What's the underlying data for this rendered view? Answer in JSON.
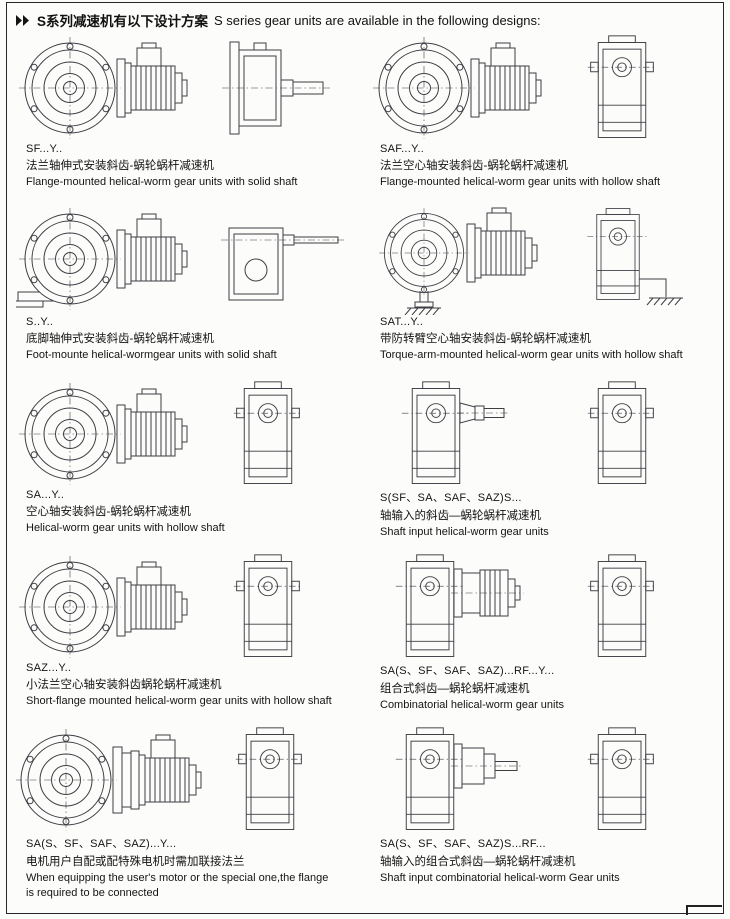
{
  "page": {
    "header": {
      "cn": "S系列减速机有以下设计方案",
      "en": "S series gear units are available in the following designs:"
    },
    "sections": [
      {
        "code": "SF...Y..",
        "cn": "法兰轴伸式安装斜齿-蜗轮蜗杆减速机",
        "en": "Flange-mounted helical-worm gear units with solid shaft",
        "views": [
          "front-view-with-motor",
          "side-view-solid-shaft"
        ]
      },
      {
        "code": "SAF...Y..",
        "cn": "法兰空心轴安装斜齿-蜗轮蜗杆减速机",
        "en": "Flange-mounted helical-worm gear units with hollow shaft",
        "views": [
          "front-view-with-motor",
          "side-view-hollow-shaft"
        ]
      },
      {
        "code": "S..Y..",
        "cn": "底脚轴伸式安装斜齿-蜗轮蜗杆减速机",
        "en": "Foot-mounte helical-wormgear units with solid shaft",
        "views": [
          "front-view-with-motor-foot-mounted",
          "side-view-worm-shaft"
        ]
      },
      {
        "code": "SAT...Y..",
        "cn": "带防转臂空心轴安装斜齿-蜗轮蜗杆减速机",
        "en": "Torque-arm-mounted helical-worm gear units with hollow shaft",
        "views": [
          "front-view-with-torque-arm",
          "side-view-with-ground-support"
        ]
      },
      {
        "code": "SA...Y..",
        "cn": "空心轴安装斜齿-蜗轮蜗杆减速机",
        "en": "Helical-worm gear units with hollow shaft",
        "views": [
          "front-view-with-motor",
          "side-view-hollow-shaft"
        ]
      },
      {
        "code": "S(SF、SA、SAF、SAZ)S...",
        "cn": "轴输入的斜齿—蜗轮蜗杆减速机",
        "en": "Shaft input helical-worm gear units",
        "views": [
          "side-view-with-input-shaft",
          "side-view-hollow-shaft"
        ]
      },
      {
        "code": "SAZ...Y..",
        "cn": "小法兰空心轴安装斜齿蜗轮蜗杆减速机",
        "en": "Short-flange mounted helical-worm gear units with hollow shaft",
        "views": [
          "front-view-with-motor",
          "side-view-hollow-shaft"
        ]
      },
      {
        "code": "SA(S、SF、SAF、SAZ)...RF...Y...",
        "cn": "组合式斜齿—蜗轮蜗杆减速机",
        "en": "Combinatorial helical-worm gear units",
        "views": [
          "side-view-with-coaxial-gearmotor",
          "side-view-hollow-shaft"
        ]
      },
      {
        "code": "SA(S、SF、SAF、SAZ)...Y...",
        "cn": "电机用户自配或配特殊电机时需加联接法兰",
        "en": "When equipping the user's motor or the special one,the flange is required to be connected",
        "views": [
          "front-view-with-adapter-flange-and-motor",
          "side-view-hollow-shaft"
        ]
      },
      {
        "code": "SA(S、SF、SAF、SAZ)S...RF...",
        "cn": "轴输入的组合式斜齿—蜗轮蜗杆减速机",
        "en": "Shaft input combinatorial helical-worm Gear units",
        "views": [
          "side-view-with-coaxial-input-stage",
          "side-view-hollow-shaft"
        ]
      }
    ]
  }
}
